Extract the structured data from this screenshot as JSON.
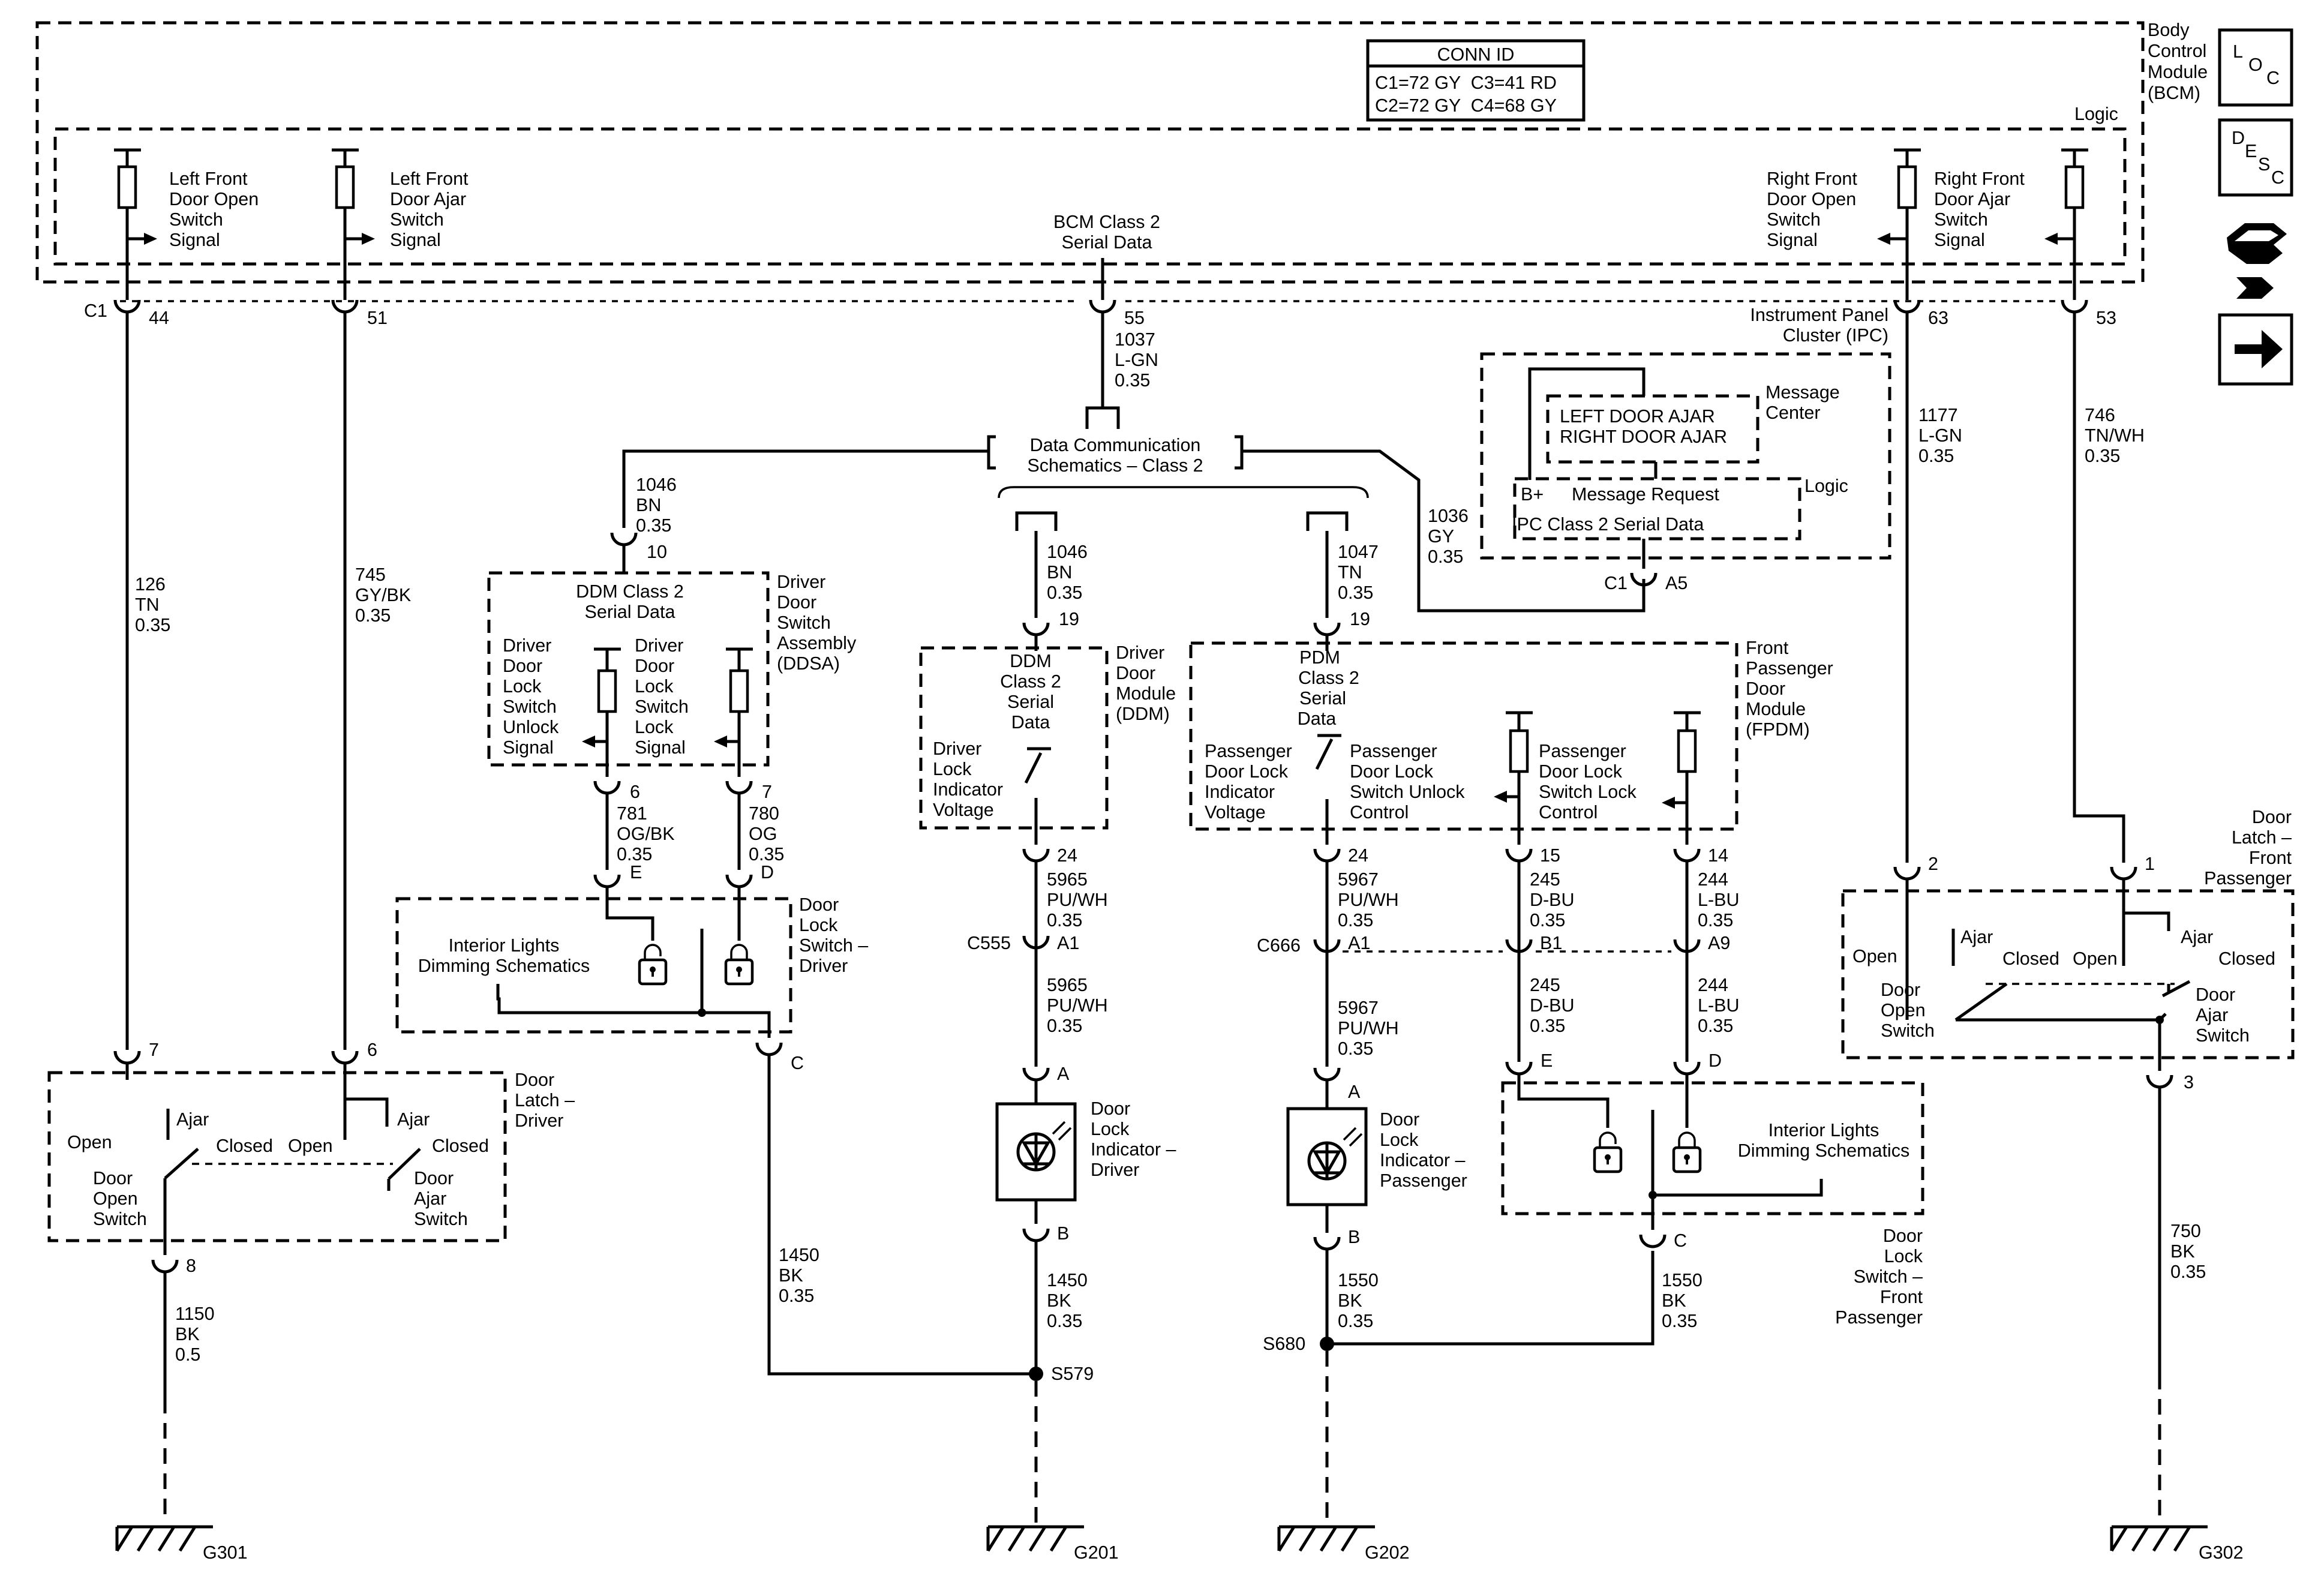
{
  "bcm": {
    "name": [
      "Body",
      "Control",
      "Module",
      "(BCM)"
    ],
    "logic": "Logic",
    "conn_id": {
      "title": "CONN ID",
      "rows": [
        "C1=72 GY  C3=41 RD",
        "C2=72 GY  C4=68 GY"
      ]
    },
    "signals": {
      "lf_open": [
        "Left Front",
        "Door Open",
        "Switch",
        "Signal"
      ],
      "lf_ajar": [
        "Left Front",
        "Door Ajar",
        "Switch",
        "Signal"
      ],
      "rf_open": [
        "Right Front",
        "Door Open",
        "Switch",
        "Signal"
      ],
      "rf_ajar": [
        "Right Front",
        "Door Ajar",
        "Switch",
        "Signal"
      ],
      "class2": [
        "BCM Class 2",
        "Serial Data"
      ]
    },
    "pins": {
      "c1": "C1",
      "p44": "44",
      "p51": "51",
      "p55": "55",
      "p63": "63",
      "p53": "53"
    }
  },
  "wires": {
    "w1037": [
      "1037",
      "L-GN",
      "0.35"
    ],
    "w1046a": [
      "1046",
      "BN",
      "0.35"
    ],
    "w1046b": [
      "1046",
      "BN",
      "0.35"
    ],
    "w1047": [
      "1047",
      "TN",
      "0.35"
    ],
    "w1036": [
      "1036",
      "GY",
      "0.35"
    ],
    "w1177": [
      "1177",
      "L-GN",
      "0.35"
    ],
    "w746": [
      "746",
      "TN/WH",
      "0.35"
    ],
    "w126": [
      "126",
      "TN",
      "0.35"
    ],
    "w745": [
      "745",
      "GY/BK",
      "0.35"
    ],
    "w781": [
      "781",
      "OG/BK",
      "0.35"
    ],
    "w780": [
      "780",
      "OG",
      "0.35"
    ],
    "w5965a": [
      "5965",
      "PU/WH",
      "0.35"
    ],
    "w5965b": [
      "5965",
      "PU/WH",
      "0.35"
    ],
    "w5967a": [
      "5967",
      "PU/WH",
      "0.35"
    ],
    "w5967b": [
      "5967",
      "PU/WH",
      "0.35"
    ],
    "w245a": [
      "245",
      "D-BU",
      "0.35"
    ],
    "w245b": [
      "245",
      "D-BU",
      "0.35"
    ],
    "w244a": [
      "244",
      "L-BU",
      "0.35"
    ],
    "w244b": [
      "244",
      "L-BU",
      "0.35"
    ],
    "w1450a": [
      "1450",
      "BK",
      "0.35"
    ],
    "w1450b": [
      "1450",
      "BK",
      "0.35"
    ],
    "w1550a": [
      "1550",
      "BK",
      "0.35"
    ],
    "w1550b": [
      "1550",
      "BK",
      "0.35"
    ],
    "w1150": [
      "1150",
      "BK",
      "0.5"
    ],
    "w750": [
      "750",
      "BK",
      "0.35"
    ]
  },
  "data_comm": [
    "Data Communication",
    "Schematics – Class 2"
  ],
  "ipc": {
    "name": [
      "Instrument Panel",
      "Cluster (IPC)"
    ],
    "message_center": [
      "Message",
      "Center"
    ],
    "messages": [
      "LEFT DOOR AJAR",
      "RIGHT DOOR AJAR"
    ],
    "bplus": "B+",
    "msg_request": "Message Request",
    "logic": "Logic",
    "serial": "IPC Class 2 Serial Data",
    "pin_c1": "C1",
    "pin_a5": "A5"
  },
  "ddsa": {
    "name": [
      "Driver",
      "Door",
      "Switch",
      "Assembly",
      "(DDSA)"
    ],
    "class2": [
      "DDM Class 2",
      "Serial Data"
    ],
    "unlock": [
      "Driver",
      "Door",
      "Lock",
      "Switch",
      "Unlock",
      "Signal"
    ],
    "lock": [
      "Driver",
      "Door",
      "Lock",
      "Switch",
      "Lock",
      "Signal"
    ],
    "pins": {
      "p10": "10",
      "p6": "6",
      "p7": "7"
    }
  },
  "ddm": {
    "name": [
      "Driver",
      "Door",
      "Module",
      "(DDM)"
    ],
    "class2": [
      "DDM",
      "Class 2",
      "Serial",
      "Data"
    ],
    "indicator": [
      "Driver",
      "Lock",
      "Indicator",
      "Voltage"
    ],
    "pins": {
      "p19": "19",
      "p24": "24"
    }
  },
  "fpdm": {
    "name": [
      "Front",
      "Passenger",
      "Door",
      "Module",
      "(FPDM)"
    ],
    "class2": [
      "PDM",
      "Class 2",
      "Serial",
      "Data"
    ],
    "indicator": [
      "Passenger",
      "Door Lock",
      "Indicator",
      "Voltage"
    ],
    "unlock": [
      "Passenger",
      "Door Lock",
      "Switch Unlock",
      "Control"
    ],
    "lock": [
      "Passenger",
      "Door Lock",
      "Switch Lock",
      "Control"
    ],
    "pins": {
      "p19": "19",
      "p24": "24",
      "p15": "15",
      "p14": "14"
    }
  },
  "dls_driver": {
    "name": [
      "Door",
      "Lock",
      "Switch –",
      "Driver"
    ],
    "dimming": [
      "Interior Lights",
      "Dimming Schematics"
    ],
    "pins": {
      "e": "E",
      "d": "D",
      "c": "C"
    }
  },
  "dls_pass": {
    "name": [
      "Door",
      "Lock",
      "Switch –",
      "Front",
      "Passenger"
    ],
    "dimming": [
      "Interior Lights",
      "Dimming Schematics"
    ],
    "pins": {
      "e": "E",
      "d": "D",
      "c": "C"
    }
  },
  "latch_driver": {
    "name": [
      "Door",
      "Latch –",
      "Driver"
    ],
    "open_switch": [
      "Door",
      "Open",
      "Switch"
    ],
    "ajar_switch": [
      "Door",
      "Ajar",
      "Switch"
    ],
    "open": "Open",
    "ajar": "Ajar",
    "closed": "Closed",
    "open2": "Open",
    "ajar2": "Ajar",
    "closed2": "Closed",
    "pins": {
      "p7": "7",
      "p6": "6",
      "p8": "8"
    }
  },
  "latch_pass": {
    "name": [
      "Door",
      "Latch –",
      "Front",
      "Passenger"
    ],
    "open_switch": [
      "Door",
      "Open",
      "Switch"
    ],
    "ajar_switch": [
      "Door",
      "Ajar",
      "Switch"
    ],
    "open": "Open",
    "ajar": "Ajar",
    "closed": "Closed",
    "open2": "Open",
    "ajar2": "Ajar",
    "closed2": "Closed",
    "pins": {
      "p2": "2",
      "p1": "1",
      "p3": "3"
    }
  },
  "ind_driver": {
    "name": [
      "Door",
      "Lock",
      "Indicator –",
      "Driver"
    ],
    "pins": {
      "a": "A",
      "b": "B"
    }
  },
  "ind_pass": {
    "name": [
      "Door",
      "Lock",
      "Indicator –",
      "Passenger"
    ],
    "pins": {
      "a": "A",
      "b": "B"
    }
  },
  "connectors": {
    "c555": "C555",
    "c555_pin": "A1",
    "c666": "C666",
    "c666_a1": "A1",
    "c666_b1": "B1",
    "c666_a9": "A9"
  },
  "splices": {
    "s579": "S579",
    "s680": "S680"
  },
  "grounds": {
    "g301": "G301",
    "g201": "G201",
    "g202": "G202",
    "g302": "G302"
  },
  "side_icons": {
    "loc": [
      "L",
      "O",
      "C"
    ],
    "desc": [
      "D",
      "E",
      "S",
      "C"
    ],
    "items": [
      "loc-icon",
      "desc-icon",
      "connector-view-icon",
      "next-page-arrow-icon"
    ]
  }
}
